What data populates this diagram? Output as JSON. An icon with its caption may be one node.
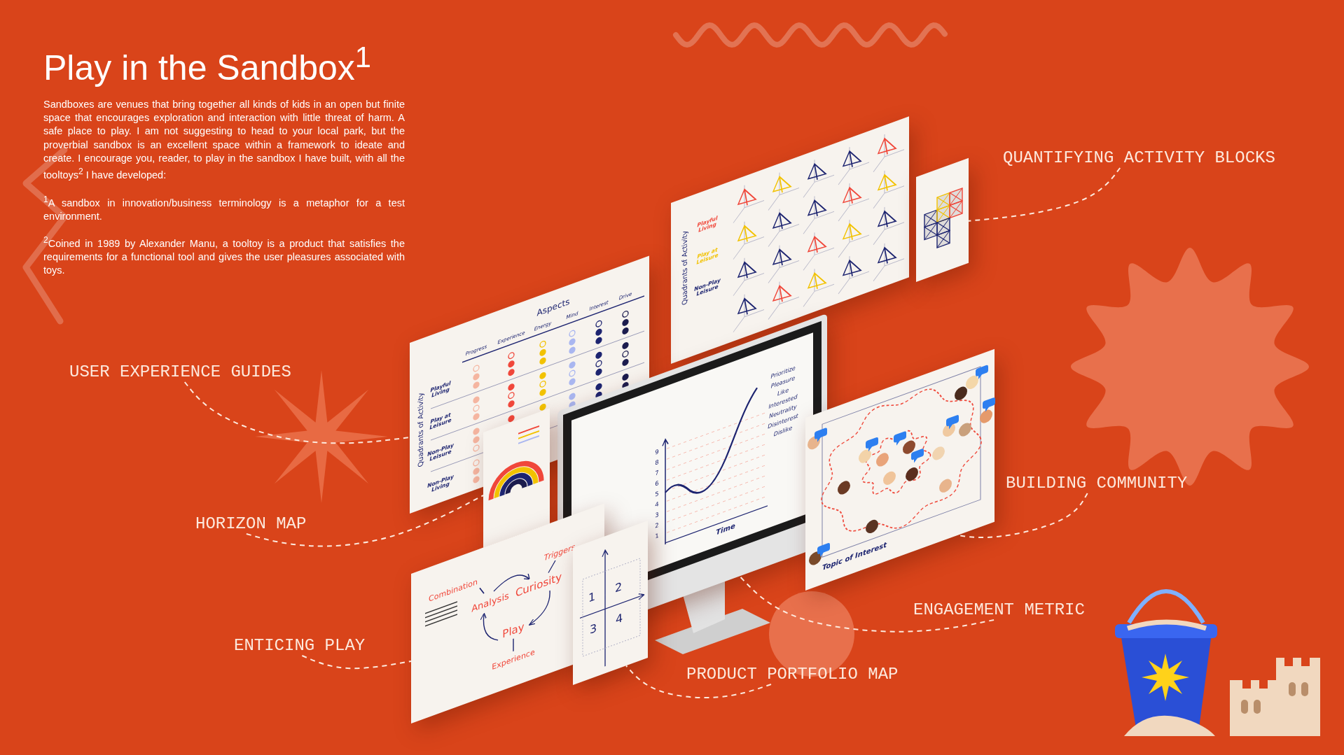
{
  "diagram": {
    "title": "Play in the Sandbox$^{1}$",
    "nodes": [
      {
        "text": [
          "QUANTIFYING ACTIVITY BLOCKS"
        ]
      },
      {
        "text": [
          "USER EXPERIENCE GUIDES"
        ]
      },
      {
        "text": [
          "HORIZON MAP"
        ]
      },
      {
        "text": [
          "BUILDING COMMUNITY"
        ]
      },
      {
        "text": [
          "ENGAGEMENT METRIC"
        ]
      },
      {
        "text": [
          "ENTICING PLAY"
        ]
      },
      {
        "text": [
          "PRODUCT PORTFOLIO MAP"
        ]
      },
      {
        "text": [
          "Quadrants of Activity",
          "Aspects",
          "Progress",
          "Experience",
          "Energy",
          "Mind",
          "Interest",
          "Drive",
          "Playful Living",
          "Play at Leisure",
          "Non-Play Leisure",
          "Non-Play Living"
        ]
      },
      {
        "text": [
          "Quadrants of Activity",
          "Playful Living",
          "Play at Leisure",
          "Non-Play Leisure"
        ]
      },
      {
        "text": [],
        "shape": "picture"
      },
      {
        "text": [
          "9",
          "8",
          "7",
          "6",
          "5",
          "4",
          "3",
          "2",
          "1",
          "Time",
          "Prioritize",
          "Pleasure",
          "Like",
          "Interested",
          "Neutrality",
          "Disinterest",
          "Dislike"
        ]
      },
      {
        "text": [],
        "shape": "picture"
      },
      {
        "text": [
          "Topic of Interest"
        ]
      },
      {
        "text": [
          "Combination",
          "Analysis",
          "Curiosity",
          "Triggers",
          "Play",
          "Experience"
        ]
      },
      {
        "text": [
          "1",
          "2",
          "3",
          "4"
        ]
      }
    ],
    "edges": [
      {
        "from": 0,
        "to": 9,
        "arrow": "none",
        "style": "dashed"
      },
      {
        "from": 1,
        "to": 7,
        "arrow": "none",
        "style": "dashed"
      },
      {
        "from": 2,
        "to": 11,
        "arrow": "none",
        "style": "dashed"
      },
      {
        "from": 3,
        "to": 12,
        "arrow": "none",
        "style": "dashed"
      },
      {
        "from": 4,
        "to": 10,
        "arrow": "none",
        "style": "dashed"
      },
      {
        "from": 5,
        "to": 13,
        "arrow": "none",
        "style": "dashed"
      },
      {
        "from": 6,
        "to": 14,
        "arrow": "none",
        "style": "dashed"
      }
    ],
    "labels": [
      "Sandboxes are venues that bring together all kinds of kids in an open but finite space that encourages exploration and interaction with little threat of harm. A safe place to play. I am not suggesting to head to your local park, but the proverbial sandbox is an excellent space within a framework to ideate and create. I encourage you, reader, to play in the sandbox I have built, with all the tooltoys$^{2}$ I have developed:",
      "$^{1}$A sandbox in innovation/business terminology is a metaphor for a test environment.",
      "$^{2}$Coined in 1989 by Alexander Manu, a tooltoy is a product that satisfies the requirements for a functional tool and gives the user pleasures associated with toys."
    ]
  }
}
